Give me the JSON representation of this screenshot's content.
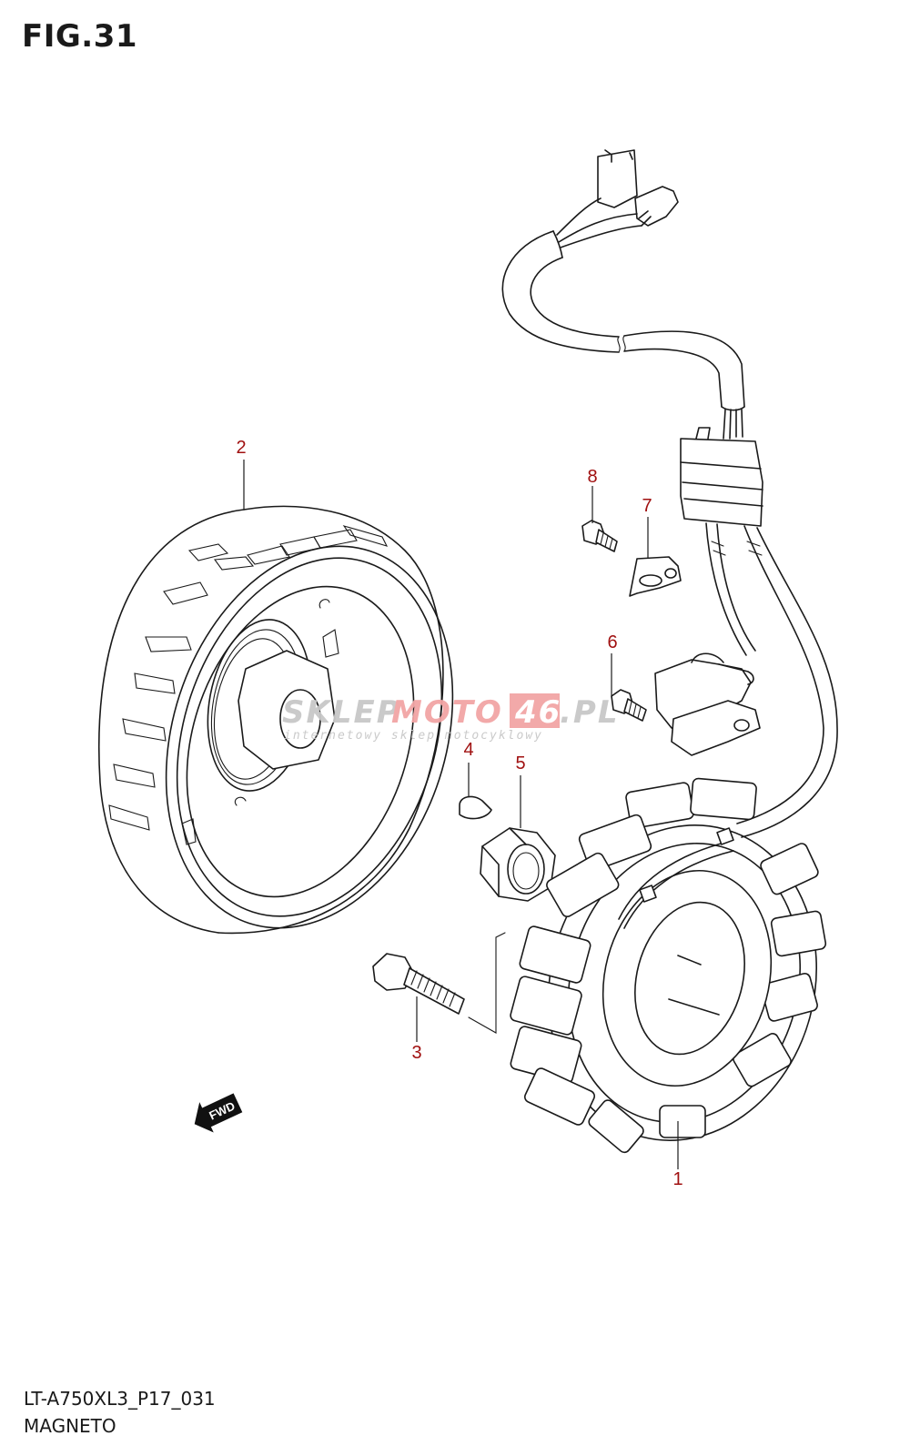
{
  "figure": {
    "title": "FIG.31",
    "model_code": "LT-A750XL3_P17_031",
    "section_name": "MAGNETO"
  },
  "watermark": {
    "part1": "SKLEP",
    "part2": "MOTO",
    "part3": "46",
    "part4": ".PL",
    "tagline": "internetowy sklep motocyklowy",
    "colors": {
      "grey": "#c8c8c8",
      "red": "#f2a5a5"
    }
  },
  "direction_indicator": {
    "label": "FWD",
    "icon": "forward-arrow-icon"
  },
  "callout_color": "#a01010",
  "parts": [
    {
      "number": "1",
      "component": "stator"
    },
    {
      "number": "2",
      "component": "rotor"
    },
    {
      "number": "3",
      "component": "bolt"
    },
    {
      "number": "4",
      "component": "key"
    },
    {
      "number": "5",
      "component": "nut"
    },
    {
      "number": "6",
      "component": "screw"
    },
    {
      "number": "7",
      "component": "clamp"
    },
    {
      "number": "8",
      "component": "screw"
    }
  ]
}
